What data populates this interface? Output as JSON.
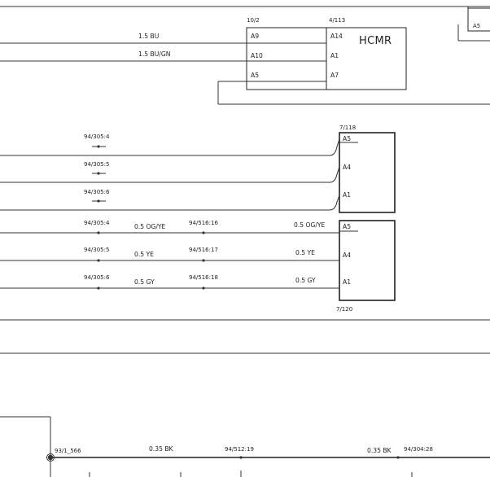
{
  "top": {
    "conn_a": {
      "label": "10/2",
      "pins": [
        "A9",
        "A10",
        "A5"
      ]
    },
    "conn_b": {
      "label": "4/113",
      "pins": [
        "A14",
        "A1",
        "A7"
      ]
    },
    "module": "HCMR",
    "wire_1": "1.5 BU",
    "wire_2": "1.5 BU/GN",
    "corner_pin": "A5"
  },
  "mid_top": {
    "conn_label": "7/118",
    "pins": [
      "A5",
      "A4",
      "A1"
    ],
    "splices": [
      "94/305:4",
      "94/305:5",
      "94/305:6"
    ]
  },
  "mid_bottom": {
    "conn_label": "7/120",
    "pins": [
      "A5",
      "A4",
      "A1"
    ],
    "splices_left": [
      "94/305:4",
      "94/305:5",
      "94/305:6"
    ],
    "wires_left": [
      "0.5 OG/YE",
      "0.5 YE",
      "0.5 GY"
    ],
    "splices_right": [
      "94/516:16",
      "94/516:17",
      "94/516:18"
    ],
    "wires_right": [
      "0.5 OG/YE",
      "0.5 YE",
      "0.5 GY"
    ]
  },
  "bottom": {
    "node_label": "93/1_566",
    "wire_1": "0.35 BK",
    "splice_1": "94/512:19",
    "wire_2": "0.35 BK",
    "splice_2": "94/304:28"
  }
}
